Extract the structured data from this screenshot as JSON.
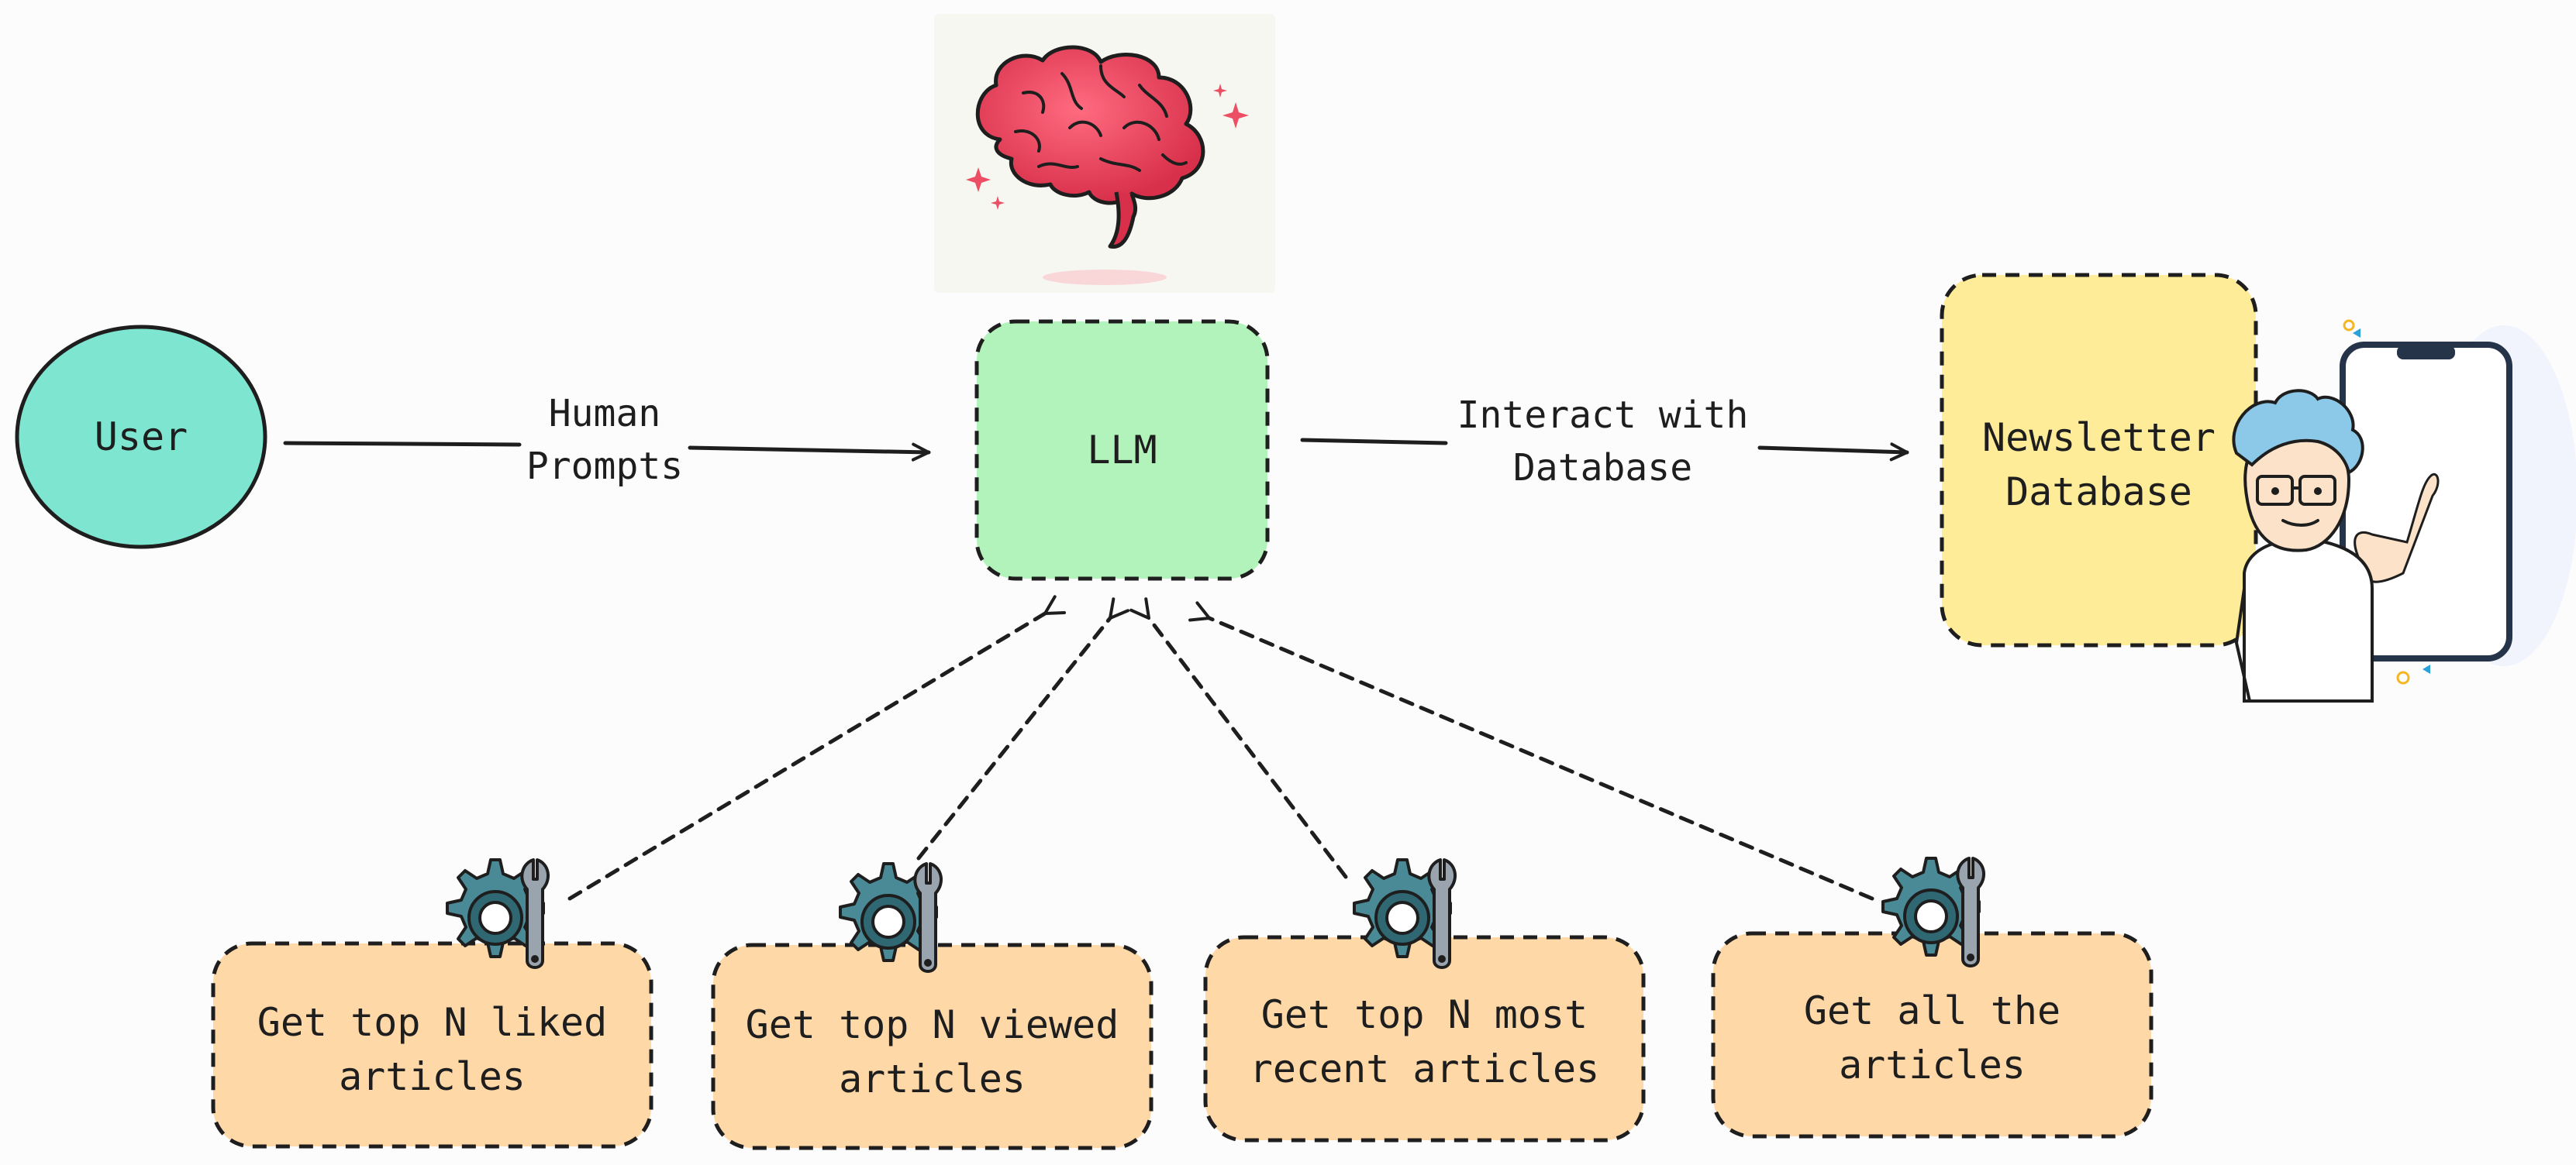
{
  "nodes": {
    "user": {
      "label": "User",
      "color": "#7ee6d0"
    },
    "llm": {
      "label": "LLM",
      "color": "#b2f2bb"
    },
    "database": {
      "line1": "Newsletter",
      "line2": "Database",
      "color": "#ffec99"
    }
  },
  "edges": {
    "human_prompts": {
      "line1": "Human",
      "line2": "Prompts"
    },
    "interact_db": {
      "line1": "Interact with",
      "line2": "Database"
    }
  },
  "tools": {
    "color": "#ffd8a8",
    "items": [
      {
        "line1": "Get top N liked",
        "line2": "articles"
      },
      {
        "line1": "Get top N viewed",
        "line2": "articles"
      },
      {
        "line1": "Get top N most",
        "line2": "recent articles"
      },
      {
        "line1": "Get all the",
        "line2": "articles"
      }
    ]
  },
  "icons": {
    "llm": "brain-icon",
    "tool": "gear-wrench-icon",
    "database": "developer-with-phone-icon"
  },
  "colors": {
    "stroke": "#1e1e1e",
    "brain": "#e8465e",
    "gear": "#4a8a97",
    "wrench": "#9aa4ae"
  }
}
